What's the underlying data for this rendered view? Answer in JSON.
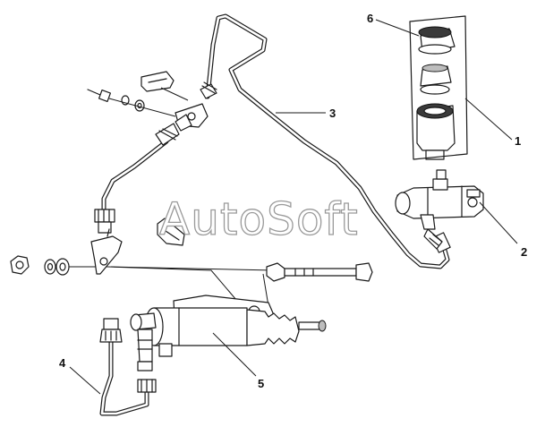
{
  "watermark": "AutoSoft",
  "callouts": [
    {
      "id": "1",
      "label": "1"
    },
    {
      "id": "2",
      "label": "2"
    },
    {
      "id": "3",
      "label": "3"
    },
    {
      "id": "4",
      "label": "4"
    },
    {
      "id": "5",
      "label": "5"
    },
    {
      "id": "6",
      "label": "6"
    }
  ],
  "colors": {
    "line": "#1a1a1a",
    "background": "#ffffff",
    "watermark_outline": "#9a9a9a"
  }
}
